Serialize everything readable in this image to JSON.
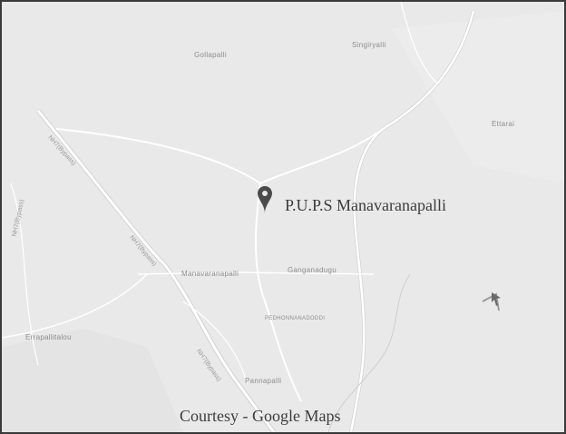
{
  "map": {
    "poi_label": "P.U.P.S  Manavaranapalli",
    "courtesy": "Courtesy - Google Maps",
    "places": {
      "gollapalli": "Gollapalli",
      "singiryalli": "Singiryalli",
      "ettarai": "Ettarai",
      "manavaranapalli": "Manavaranapalli",
      "ganganadugu": "Ganganadugu",
      "peddhonnanadoddi": "PEDHONNANADODDI",
      "errapalli": "Errapallitalou",
      "pannapalli": "Pannapalli"
    },
    "road_labels": {
      "nh_north": "NH7(Bypass)",
      "nh_mid": "NH7(Bypass)",
      "nh_south": "NH7(Bypass)",
      "west_edge": "NH7(Bypass)"
    },
    "icons": {
      "pin": "map-pin-icon",
      "cursor": "cursor-icon"
    },
    "colors": {
      "background": "#e9e9e9",
      "road": "#ffffff",
      "water": "#d8d8d8",
      "text": "#3c3c3c"
    }
  }
}
